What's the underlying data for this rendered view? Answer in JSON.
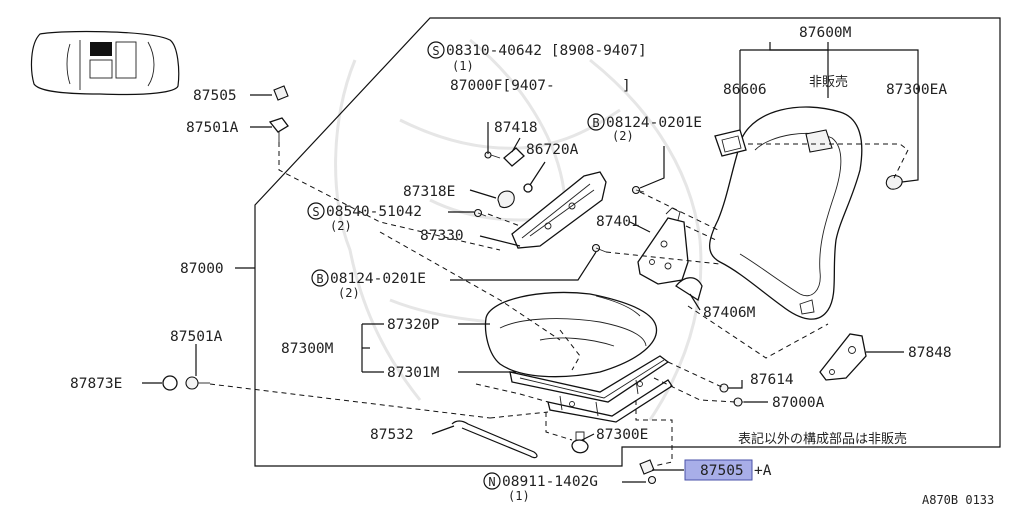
{
  "diagram_id": "A870B 0133",
  "note_not_for_sale_other": "表記以外の構成部品は非販売",
  "highlight_color": "#a8aee8",
  "parts": {
    "p87600M": "87600M",
    "p86606": "86606",
    "not_for_sale": "非販売",
    "p87300EA": "87300EA",
    "p87505_top": "87505",
    "p87501A_top": "87501A",
    "s08310_main": "08310-40642 [8908-9407]",
    "s08310_qty": "(1)",
    "p87000F_main": "87000F[9407-",
    "p87000F_close": "]",
    "p87418": "87418",
    "b08124_top_main": "08124-0201E",
    "b08124_top_qty": "(2)",
    "p86720A": "86720A",
    "p87318E": "87318E",
    "s08540_main": "08540-51042",
    "s08540_qty": "(2)",
    "p87401": "87401",
    "p87330": "87330",
    "p87000": "87000",
    "b08124_mid_main": "08124-0201E",
    "b08124_mid_qty": "(2)",
    "p87406M": "87406M",
    "p87320P": "87320P",
    "p87300M": "87300M",
    "p87848": "87848",
    "p87501A_left": "87501A",
    "p87873E": "87873E",
    "p87301M": "87301M",
    "p87614": "87614",
    "p87000A": "87000A",
    "p87532": "87532",
    "p87300E": "87300E",
    "p87505_highlight": "87505",
    "p87505_suffix": "+A",
    "n08911_main": "08911-1402G",
    "n08911_qty": "(1)"
  },
  "prefixes": {
    "s": "S",
    "b": "B",
    "n": "N"
  }
}
